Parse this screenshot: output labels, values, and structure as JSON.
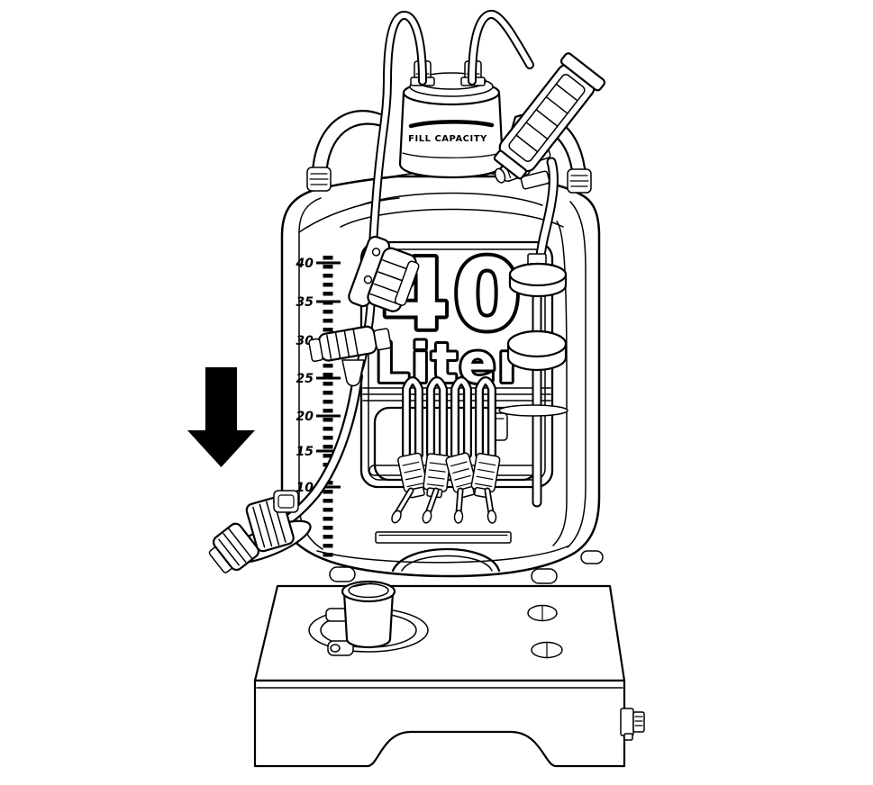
{
  "diagram": {
    "colors": {
      "line": "#000000",
      "background": "#ffffff",
      "arrow_fill": "#000000",
      "label_fill": "#ffffff"
    },
    "vessel": {
      "fill_capacity_label": "FILL CAPACITY",
      "volume_number": "40",
      "volume_unit": "Liter"
    },
    "scale": {
      "tick_labels": [
        "40",
        "35",
        "30",
        "25",
        "20",
        "15",
        "10"
      ]
    },
    "icons": {
      "down_arrow": "down-arrow-icon"
    }
  }
}
